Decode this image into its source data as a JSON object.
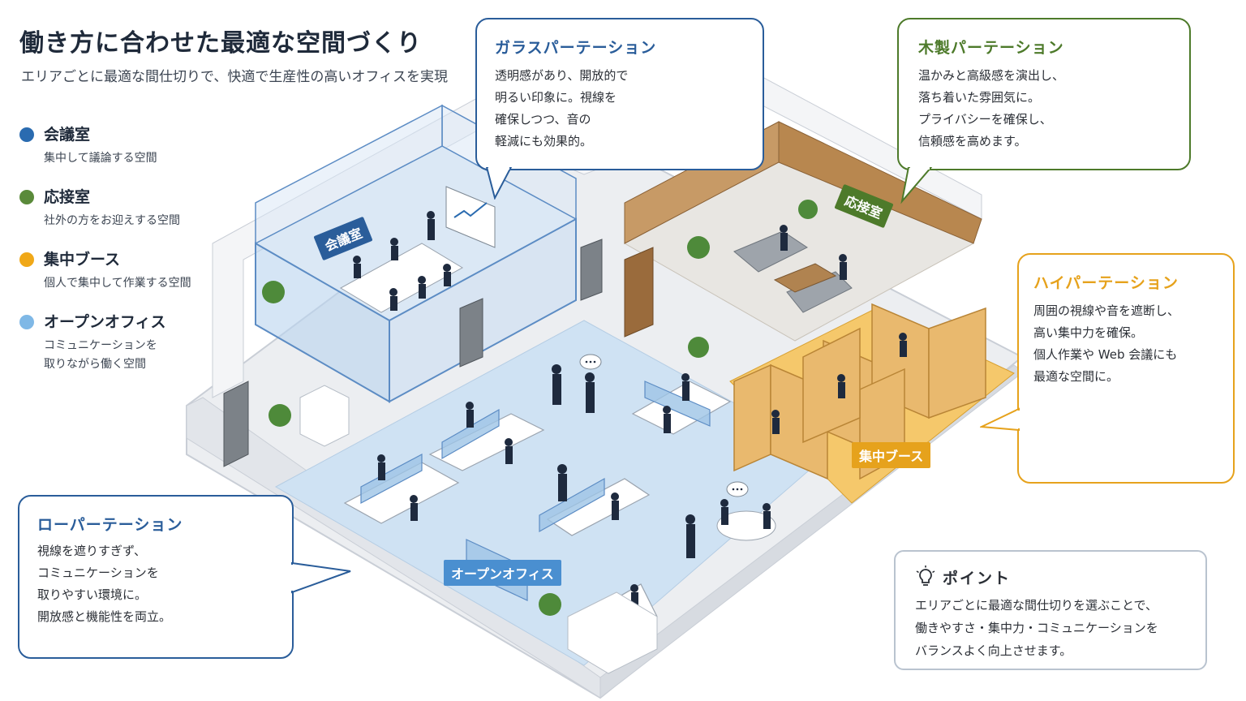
{
  "header": {
    "title": "働き方に合わせた最適な空間づくり",
    "subtitle": "エリアごとに最適な間仕切りで、快適で生産性の高いオフィスを実現"
  },
  "legend": [
    {
      "name": "会議室",
      "desc": "集中して議論する空間",
      "color": "#2a6bb0"
    },
    {
      "name": "応接室",
      "desc": "社外の方をお迎えする空間",
      "color": "#5a8a3a"
    },
    {
      "name": "集中ブース",
      "desc": "個人で集中して作業する空間",
      "color": "#f0a818"
    },
    {
      "name": "オープンオフィス",
      "desc": "コミュニケーションを\n取りながら働く空間",
      "color": "#7fb8e6"
    }
  ],
  "callouts": {
    "glass": {
      "title": "ガラスパーテーション",
      "body": "透明感があり、開放的で\n明るい印象に。視線を\n確保しつつ、音の\n軽減にも効果的。",
      "color": "#2a5d9a"
    },
    "wood": {
      "title": "木製パーテーション",
      "body": "温かみと高級感を演出し、\n落ち着いた雰囲気に。\nプライバシーを確保し、\n信頼感を高めます。",
      "color": "#4d7a2a"
    },
    "high": {
      "title": "ハイパーテーション",
      "body": "周囲の視線や音を遮断し、\n高い集中力を確保。\n個人作業や Web 会議にも\n最適な空間に。",
      "color": "#e6a21c"
    },
    "low": {
      "title": "ローパーテーション",
      "body": "視線を遮りすぎず、\nコミュニケーションを\n取りやすい環境に。\n開放感と機能性を両立。",
      "color": "#2a5d9a"
    }
  },
  "zone_labels": {
    "meeting": "会議室",
    "reception": "応接室",
    "booth": "集中ブース",
    "open": "オープンオフィス"
  },
  "point": {
    "title": "ポイント",
    "body": "エリアごとに最適な間仕切りを選ぶことで、\n働きやすさ・集中力・コミュニケーションを\nバランスよく向上させます。"
  },
  "icons": {
    "bulb": "lightbulb-icon",
    "speech": "speech-bubble-icon"
  }
}
